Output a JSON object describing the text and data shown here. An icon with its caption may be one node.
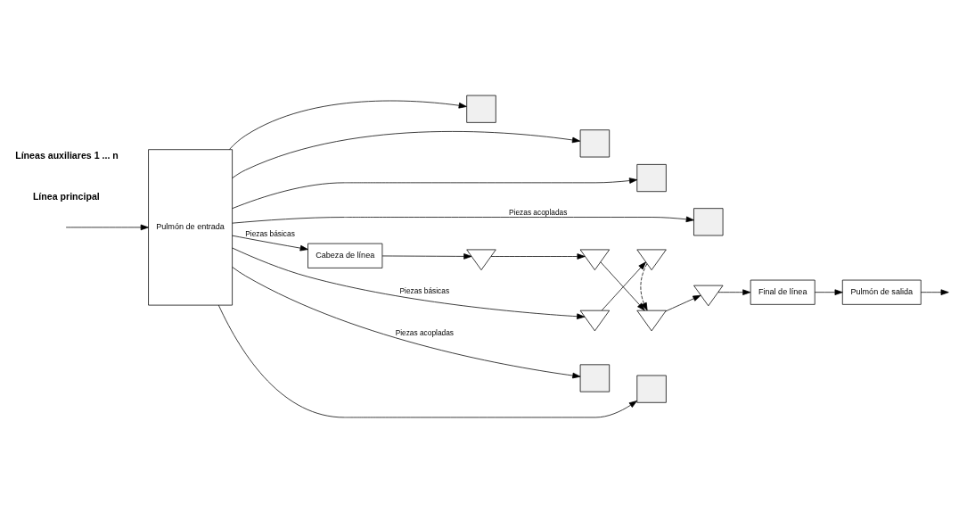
{
  "diagram": {
    "nodes": [
      {
        "text": [
          "Pulmón de entrada"
        ]
      },
      {
        "text": [],
        "shape": "box"
      },
      {
        "text": [],
        "shape": "box"
      },
      {
        "text": [],
        "shape": "box"
      },
      {
        "text": [],
        "shape": "box"
      },
      {
        "text": [
          "Cabeza de línea"
        ]
      },
      {
        "text": [],
        "shape": "triangle"
      },
      {
        "text": [],
        "shape": "triangle"
      },
      {
        "text": [],
        "shape": "triangle"
      },
      {
        "text": [],
        "shape": "triangle"
      },
      {
        "text": [
          "Final de línea"
        ]
      },
      {
        "text": [
          "Pulmón de salida"
        ]
      },
      {
        "text": [],
        "shape": "triangle"
      },
      {
        "text": [],
        "shape": "triangle"
      },
      {
        "text": [],
        "shape": "box"
      },
      {
        "text": [],
        "shape": "box"
      }
    ],
    "edges": [
      {
        "from": null,
        "to": 0,
        "arrow": "to"
      },
      {
        "from": 0,
        "to": 4,
        "arrow": "to",
        "label": "Piezas acopladas"
      },
      {
        "from": 0,
        "to": 3,
        "arrow": "to"
      },
      {
        "from": 0,
        "to": 2,
        "arrow": "to"
      },
      {
        "from": 0,
        "to": 1,
        "arrow": "to"
      },
      {
        "from": 0,
        "to": 5,
        "arrow": "to",
        "label": "Piezas básicas"
      },
      {
        "from": 5,
        "to": 6,
        "arrow": "to"
      },
      {
        "from": 6,
        "to": 7,
        "arrow": "to"
      },
      {
        "from": 7,
        "to": 8,
        "arrow": "to"
      },
      {
        "from": 8,
        "to": 9,
        "arrow": "to"
      },
      {
        "from": 9,
        "to": 10,
        "arrow": "to"
      },
      {
        "from": 10,
        "to": 11,
        "arrow": "to"
      },
      {
        "from": 11,
        "to": null,
        "arrow": "to"
      },
      {
        "from": 0,
        "to": 12,
        "arrow": "to",
        "label": "Piezas básicas"
      },
      {
        "from": 12,
        "to": 13,
        "arrow": "to"
      },
      {
        "from": 13,
        "to": 8,
        "arrow": "to",
        "style": "dashed"
      },
      {
        "from": 0,
        "to": 14,
        "arrow": "to",
        "label": "Piezas acopladas"
      },
      {
        "from": 0,
        "to": 15,
        "arrow": "to"
      }
    ],
    "labels": [
      "Línea principal",
      "Líneas auxiliares 1 ... n"
    ]
  }
}
